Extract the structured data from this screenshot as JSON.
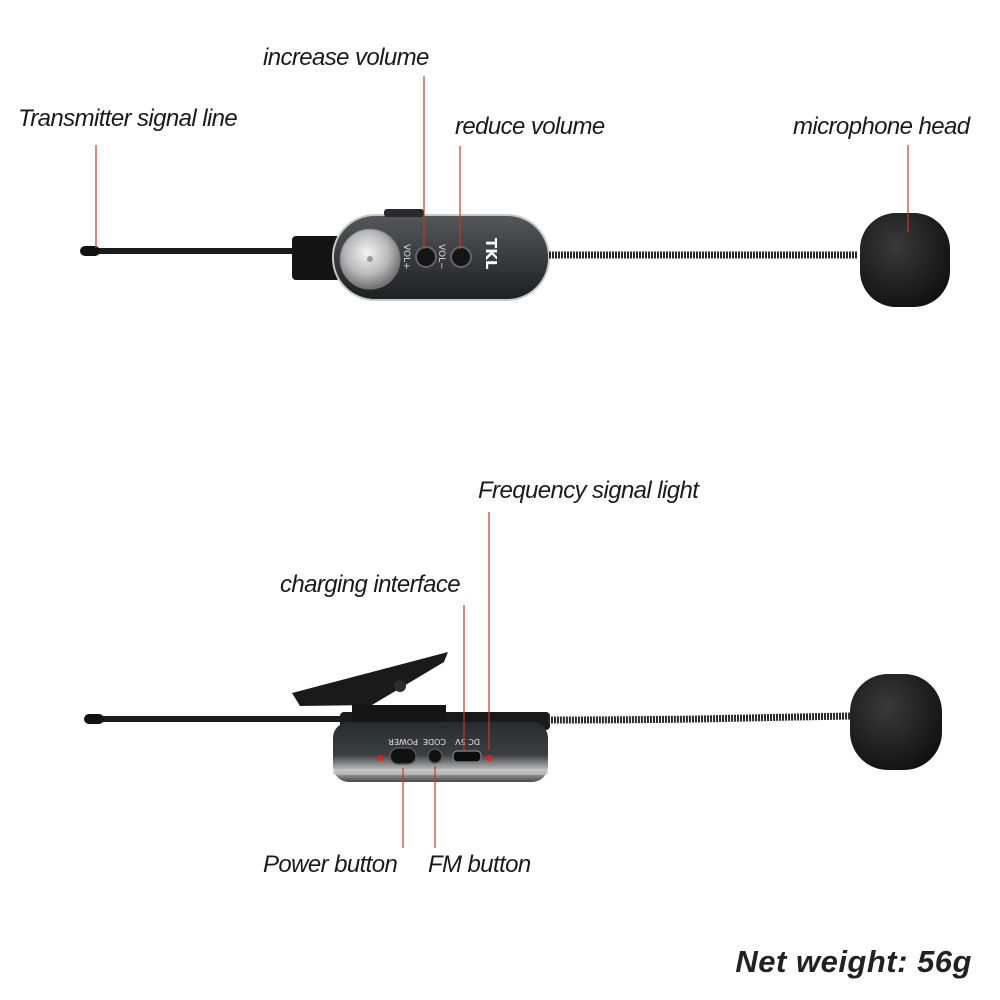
{
  "labels": {
    "transmitter_signal_line": "Transmitter signal line",
    "increase_volume": "increase volume",
    "reduce_volume": "reduce volume",
    "microphone_head": "microphone head",
    "frequency_signal_light": "Frequency signal light",
    "charging_interface": "charging interface",
    "power_button": "Power button",
    "fm_button": "FM button"
  },
  "net_weight": "Net weight: 56g",
  "device_markings": {
    "brand": "TKL",
    "vol_plus": "VOL+",
    "vol_minus": "VOL−",
    "power": "POWER",
    "code": "CODE",
    "dc": "DC 5V"
  },
  "colors": {
    "leader_line": "#c0392b",
    "indicator_light": "#e02020",
    "body": "#3a3a3c"
  }
}
